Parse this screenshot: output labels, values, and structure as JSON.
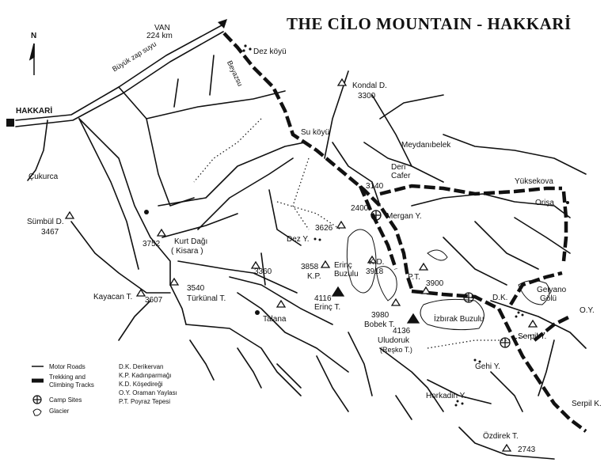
{
  "title": "THE  CİLO MOUNTAIN - HAKKARİ",
  "north": "N",
  "places": {
    "van": "VAN",
    "van_km": "224 km",
    "hakkari": "HAKKARİ",
    "cukurca": "Çukurca",
    "dez_koyu": "Dez köyü",
    "kondal_d": "Kondal D.",
    "kondal_h": "3300",
    "su_koyu": "Su köyü",
    "buyuk_zap": "Büyük zap suyu",
    "beyazsu": "Beyazsu",
    "meydanibelek": "Meydanıbelek",
    "deri": "Deri",
    "cafer": "Cafer",
    "p3140": "3140",
    "yuksekova": "Yüksekova",
    "orisa": "Orişa",
    "sumbul": "Sümbül D.",
    "sumbul_h": "3467",
    "p2400": "2400",
    "mergan": "Mergan Y.",
    "p3626": "3626",
    "dez_y": "Dez Y.",
    "p3752": "3752",
    "kurt_dagi": "Kurt Dağı",
    "kisara": "( Kisara )",
    "p3858": "3858",
    "kp": "K.P.",
    "erinc_buzulu_1": "Erinç",
    "erinc_buzulu_2": "Buzulu",
    "kd": "K.D.",
    "p3918": "3918",
    "pt": "P.T.",
    "p3900": "3900",
    "dk": "D.K.",
    "gelyano_1": "Gelyano",
    "gelyano_2": "Gölü",
    "p3360": "3360",
    "p3540": "3540",
    "turkunal": "Türkünal T.",
    "kayacan": "Kayacan T.",
    "p3607": "3607",
    "p4116": "4116",
    "erinc_t": "Erinç T.",
    "talana": "Talana",
    "p3980": "3980",
    "bobek": "Bobek T.",
    "izbirak": "İzbırak Buzulu",
    "p4136": "4136",
    "uludoruk": "Uludoruk",
    "resko": "(Reşko T.)",
    "serpil_y": "Serpil Y.",
    "oy": "O.Y.",
    "gehi": "Gehi Y.",
    "horkadin": "Horkadin Y.",
    "serpil_k": "Serpil K.",
    "ozdirek": "Özdirek T.",
    "p2743": "2743"
  },
  "legend": {
    "motor_roads": "Motor Roads",
    "trekking_1": "Trekking and",
    "trekking_2": "Climbing Tracks",
    "camp_sites": "Camp Sites",
    "glacier": "Glacier",
    "abbr": [
      "D.K. Derikervan",
      "K.P. Kadınparmağı",
      "K.D. Köşedireği",
      "O.Y. Oraman Yaylası",
      "P.T. Poyraz Tepesi"
    ]
  }
}
